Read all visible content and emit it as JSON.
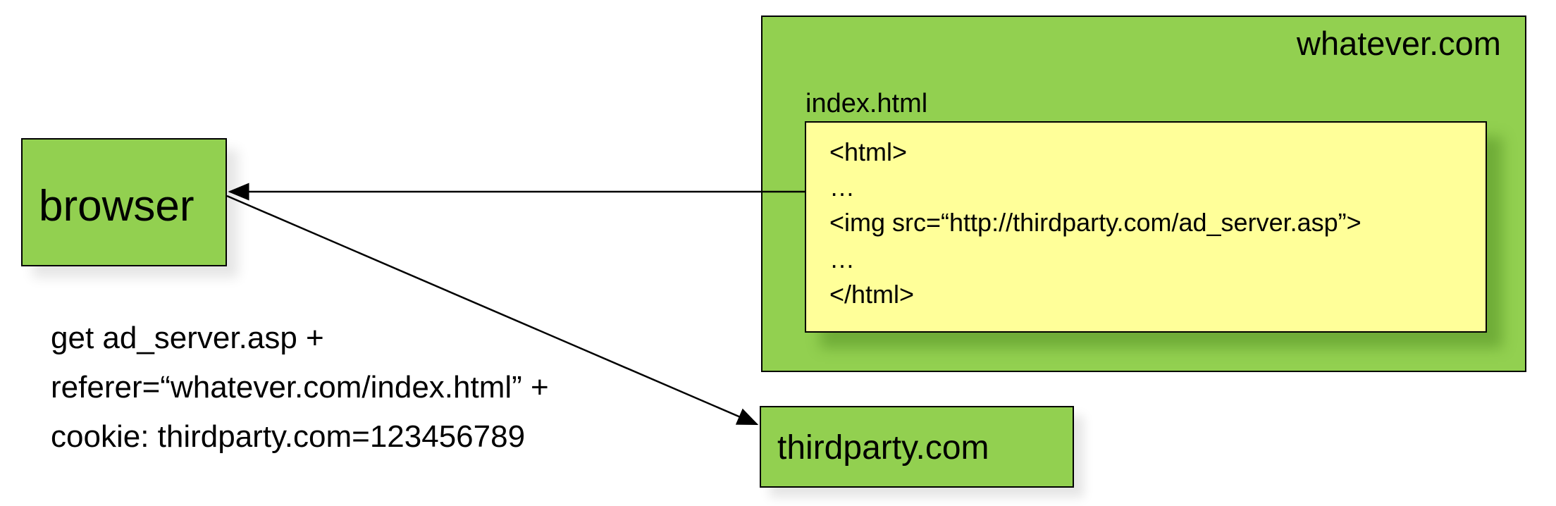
{
  "colors": {
    "green_box": "#92d050",
    "yellow_box": "#ffff99",
    "stroke": "#000000"
  },
  "browser": {
    "label": "browser"
  },
  "server": {
    "domain": "whatever.com",
    "file_label": "index.html",
    "code_lines": [
      "<html>",
      "…",
      "<img src=“http://thirdparty.com/ad_server.asp”>",
      "…",
      "</html>"
    ]
  },
  "thirdparty": {
    "label": "thirdparty.com"
  },
  "request_lines": [
    "get ad_server.asp +",
    "referer=“whatever.com/index.html” +",
    "cookie: thirdparty.com=123456789"
  ]
}
